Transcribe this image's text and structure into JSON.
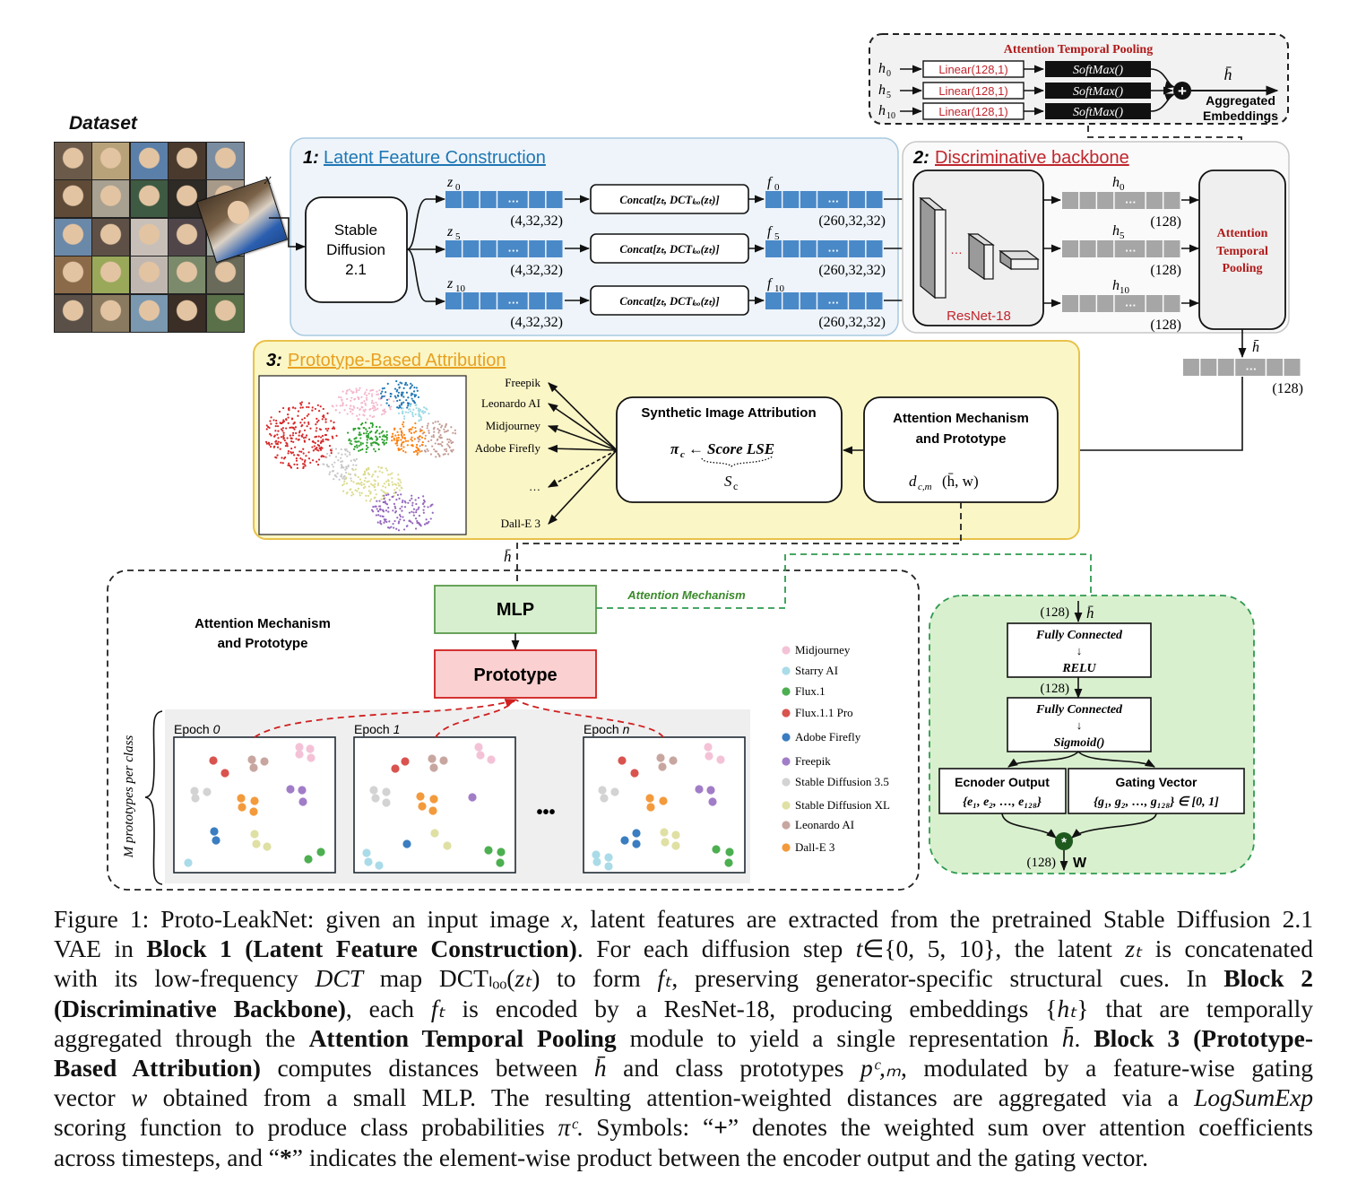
{
  "dataset": {
    "title": "Dataset",
    "input_label": "x",
    "grid_rows": 5,
    "grid_cols": 5
  },
  "block1": {
    "number": "1:",
    "title": "Latent Feature Construction",
    "title_color": "#1f77b4",
    "sd_box": [
      "Stable",
      "Diffusion",
      "2.1"
    ],
    "rows": [
      {
        "z_label": "z",
        "z_sub": "0",
        "z_shape": "(4,32,32)",
        "concat": "Concat[zₜ, DCTₗₒₒ(zₜ)]",
        "f_label": "f",
        "f_sub": "0",
        "f_shape": "(260,32,32)"
      },
      {
        "z_label": "z",
        "z_sub": "5",
        "z_shape": "(4,32,32)",
        "concat": "Concat[zₜ, DCTₗₒₒ(zₜ)]",
        "f_label": "f",
        "f_sub": "5",
        "f_shape": "(260,32,32)"
      },
      {
        "z_label": "z",
        "z_sub": "10",
        "z_shape": "(4,32,32)",
        "concat": "Concat[zₜ, DCTₗₒₒ(zₜ)]",
        "f_label": "f",
        "f_sub": "10",
        "f_shape": "(260,32,32)"
      }
    ],
    "concat_main": "Concat",
    "concat_args": "[z",
    "concat_t": "t",
    "concat_dct": ", DCT",
    "concat_low": "low",
    "concat_tail": "(z",
    "concat_close": ")]",
    "vector_ellipsis": "…",
    "block_color": "#4a89c8"
  },
  "block2": {
    "number": "2:",
    "title": "Discriminative backbone",
    "title_color": "#c0262d",
    "resnet_label": "ResNet-18",
    "resnet_dots": "…",
    "rows": [
      {
        "h_label": "h",
        "h_sub": "0",
        "shape": "(128)"
      },
      {
        "h_label": "h",
        "h_sub": "5",
        "shape": "(128)"
      },
      {
        "h_label": "h",
        "h_sub": "10",
        "shape": "(128)"
      }
    ],
    "pooling_box": [
      "Attention",
      "Temporal",
      "Pooling"
    ],
    "hbar_label": "h̄",
    "hbar_shape": "(128)",
    "vector_ellipsis": "…"
  },
  "atp_detail": {
    "title": "Attention Temporal Pooling",
    "rows": [
      {
        "h_label": "h",
        "h_sub": "0",
        "linear": "Linear(128,1)",
        "softmax": "SoftMax()"
      },
      {
        "h_label": "h",
        "h_sub": "5",
        "linear": "Linear(128,1)",
        "softmax": "SoftMax()"
      },
      {
        "h_label": "h",
        "h_sub": "10",
        "linear": "Linear(128,1)",
        "softmax": "SoftMax()"
      }
    ],
    "sum_symbol": "+",
    "output_label": "h̄",
    "output_caption": [
      "Aggregated",
      "Embeddings"
    ]
  },
  "block3": {
    "number": "3:",
    "title": "Prototype-Based Attribution",
    "title_color": "#e8a020",
    "class_labels": [
      "Freepik",
      "Leonardo AI",
      "Midjourney",
      "Adobe Firefly",
      "…",
      "Dall-E 3"
    ],
    "sia_box": {
      "title": "Synthetic Image Attribution",
      "formula_left": "π",
      "formula_sub": "c",
      "formula_arrow": "←",
      "formula_right": "Score LSE",
      "brace_label": "S",
      "brace_sub": "c"
    },
    "amp_box": {
      "title_line1": "Attention Mechanism",
      "title_line2": "and Prototype",
      "formula": "d",
      "formula_sub": "c,m",
      "formula_args": "(h̄, w)"
    }
  },
  "bottom_panel": {
    "hbar_label": "h̄",
    "title_line1": "Attention Mechanism",
    "title_line2": "and Prototype",
    "mlp_label": "MLP",
    "prototype_label": "Prototype",
    "attention_mechanism_label": "Attention Mechanism",
    "side_label": "M prototypes per class",
    "ellipsis": "•••",
    "epochs": [
      {
        "prefix": "Epoch ",
        "value": "0"
      },
      {
        "prefix": "Epoch ",
        "value": "1"
      },
      {
        "prefix": "Epoch ",
        "value": "n"
      }
    ],
    "legend": [
      {
        "label": "Midjourney",
        "color": "#f4c2d6"
      },
      {
        "label": "Starry AI",
        "color": "#aadbe8"
      },
      {
        "label": "Flux.1",
        "color": "#4caf50"
      },
      {
        "label": "Flux.1.1 Pro",
        "color": "#d9534f"
      },
      {
        "label": "Adobe Firefly",
        "color": "#3a7dc0"
      },
      {
        "label": "Freepik",
        "color": "#a17dc8"
      },
      {
        "label": "Stable Diffusion 3.5",
        "color": "#d3d3d3"
      },
      {
        "label": "Stable Diffusion XL",
        "color": "#dfe0a3"
      },
      {
        "label": "Leonardo AI",
        "color": "#c8a6a0"
      },
      {
        "label": "Dall-E 3",
        "color": "#f39a3c"
      }
    ]
  },
  "gating_panel": {
    "in_shape": "(128)",
    "in_label": "h̄",
    "fc1_top": "Fully Connected",
    "fc1_arrow": "↓",
    "fc1_bottom": "RELU",
    "mid_shape": "(128)",
    "fc2_top": "Fully Connected",
    "fc2_arrow": "↓",
    "fc2_bottom": "Sigmoid()",
    "encoder_title": "Ecnoder Output",
    "encoder_set": "{e₁, e₂, …, e₁₂₈}",
    "gating_title": "Gating Vector",
    "gating_set": "{g₁, g₂, …, g₁₂₈} ∈ [0, 1]",
    "product_symbol": "*",
    "out_shape": "(128)",
    "out_label": "W"
  },
  "caption": {
    "lines": [
      [
        {
          "t": "Figure 1: Proto-LeakNet: given an input image "
        },
        {
          "t": "x",
          "i": true
        },
        {
          "t": ", latent features are extracted from the pretrained Stable Diffusion 2.1"
        }
      ],
      [
        {
          "t": "VAE in "
        },
        {
          "t": "Block 1 (Latent Feature Construction)",
          "b": true
        },
        {
          "t": ". For each diffusion step "
        },
        {
          "t": "t",
          "i": true
        },
        {
          "t": "∈{0, 5, 10}, the latent "
        },
        {
          "t": "zₜ",
          "i": true
        },
        {
          "t": " is concatenated"
        }
      ],
      [
        {
          "t": "with its low-frequency "
        },
        {
          "t": "DCT",
          "i": true
        },
        {
          "t": " map DCTₗₒₒ("
        },
        {
          "t": "zₜ",
          "i": true
        },
        {
          "t": ") to form "
        },
        {
          "t": "fₜ",
          "i": true
        },
        {
          "t": ", preserving generator-specific structural cues. In "
        },
        {
          "t": "Block 2",
          "b": true
        }
      ],
      [
        {
          "t": "(Discriminative Backbone)",
          "b": true
        },
        {
          "t": ", each "
        },
        {
          "t": "fₜ",
          "i": true
        },
        {
          "t": " is encoded by a ResNet-18, producing embeddings {"
        },
        {
          "t": "hₜ",
          "i": true
        },
        {
          "t": "} that are temporally"
        }
      ],
      [
        {
          "t": "aggregated through the "
        },
        {
          "t": "Attention Temporal Pooling",
          "b": true
        },
        {
          "t": " module to yield a single representation "
        },
        {
          "t": "h̄",
          "i": true
        },
        {
          "t": ". "
        },
        {
          "t": "Block 3 (Prototype-",
          "b": true
        }
      ],
      [
        {
          "t": "Based Attribution)",
          "b": true
        },
        {
          "t": " computes distances between "
        },
        {
          "t": "h̄",
          "i": true
        },
        {
          "t": " and class prototypes "
        },
        {
          "t": "pᶜ,ₘ",
          "i": true
        },
        {
          "t": ", modulated by a feature-wise gating"
        }
      ],
      [
        {
          "t": "vector "
        },
        {
          "t": "w",
          "i": true
        },
        {
          "t": " obtained from a small MLP. The resulting attention-weighted distances are aggregated via a "
        },
        {
          "t": "LogSumExp",
          "i": true
        }
      ],
      [
        {
          "t": "scoring function to produce class probabilities "
        },
        {
          "t": "πᶜ",
          "i": true
        },
        {
          "t": ". Symbols: “"
        },
        {
          "t": "+",
          "b": true
        },
        {
          "t": "” denotes the weighted sum over attention coefficients"
        }
      ],
      [
        {
          "t": "across timesteps, and “"
        },
        {
          "t": "*",
          "b": true
        },
        {
          "t": "” indicates the element-wise product between the encoder output and the gating vector."
        }
      ]
    ]
  }
}
